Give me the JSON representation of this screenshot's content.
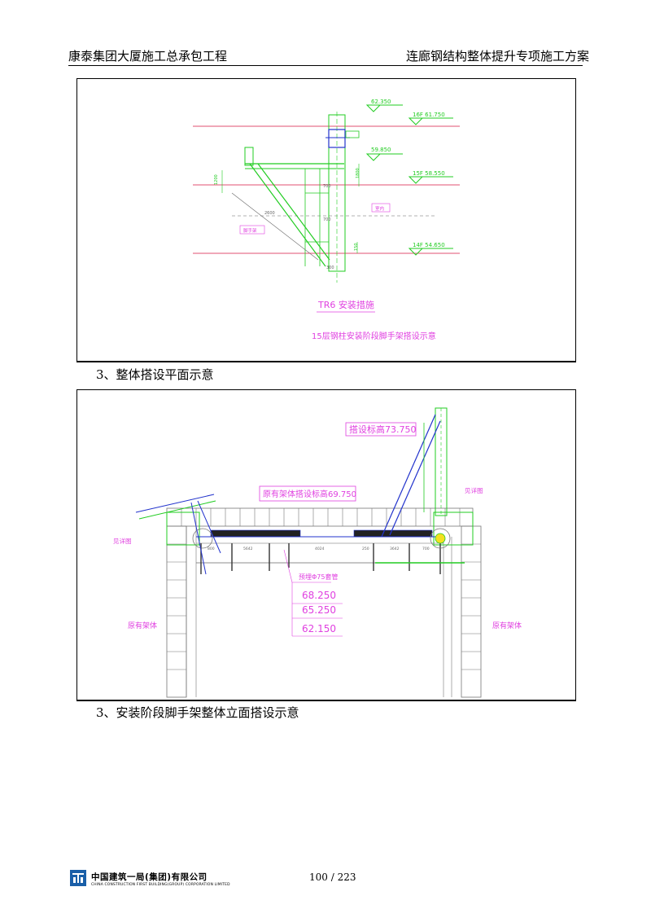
{
  "header": {
    "left": "康泰集团大厦施工总承包工程",
    "right": "连廊钢结构整体提升专项施工方案"
  },
  "figure1": {
    "levels": {
      "l1_mark": "62.350",
      "l1_floor": "16F 61.750",
      "l2_mark": "59.850",
      "l2_floor": "15F 58.550",
      "l3_floor": "14F 54.650"
    },
    "dims": {
      "d1200": "1200",
      "d1800": "1800",
      "d700a": "700",
      "d700b": "700",
      "d2600": "2600",
      "d150": "150",
      "d300": "300"
    },
    "labels": {
      "scaffold": "脚手架",
      "inner": "室内"
    },
    "title1": "TR6 安装措施",
    "title2": "15层钢柱安装阶段脚手架搭设示意"
  },
  "caption1": "3、整体搭设平面示意",
  "figure2": {
    "top_elev": "搭设标高73.750",
    "orig_elev": "原有架体搭设标高69.750",
    "see_detail_right": "见详图",
    "see_detail_left": "见详图",
    "embed": "预埋Φ75套管",
    "elev_a": "68.250",
    "elev_b": "65.250",
    "elev_c": "62.150",
    "orig_left": "原有架体",
    "orig_right": "原有架体",
    "dims": [
      "800",
      "5642",
      "4024",
      "250",
      "3642",
      "700"
    ]
  },
  "caption2": "3、安装阶段脚手架整体立面搭设示意",
  "footer": {
    "company_cn": "中国建筑一局(集团)有限公司",
    "company_en": "CHINA CONSTRUCTION FIRST BUILDING(GROUP) CORPORATION LIMITED",
    "page": "100 / 223"
  },
  "colors": {
    "red_line": "#e05070",
    "green": "#22cc22",
    "blue": "#2233cc",
    "magenta": "#e040e0",
    "gray": "#777777",
    "logo_blue": "#1a5fa8"
  }
}
